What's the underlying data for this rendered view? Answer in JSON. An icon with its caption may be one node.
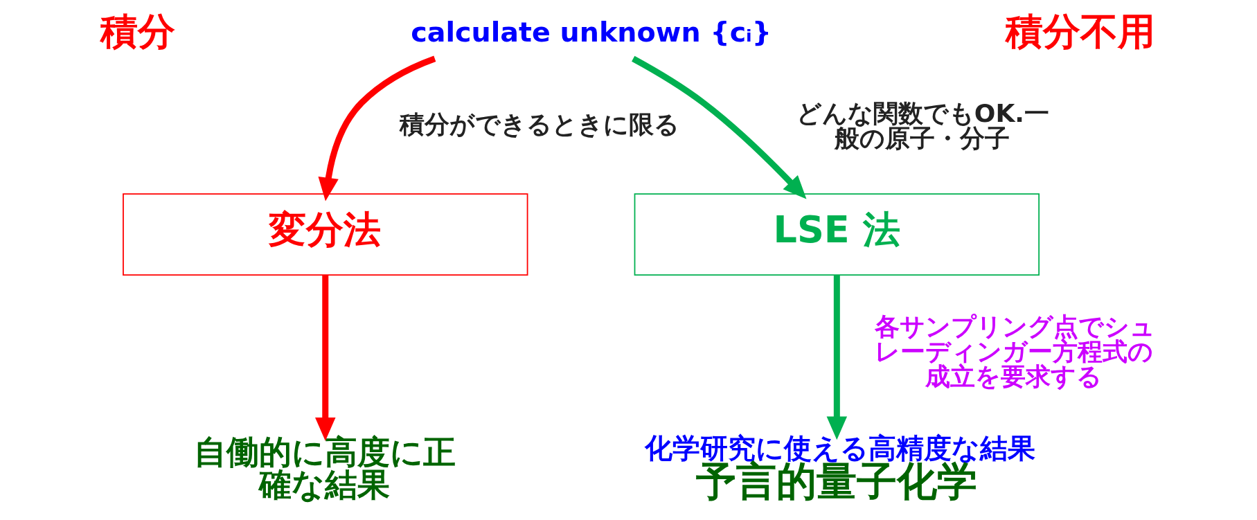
{
  "diagram": {
    "nodes": [
      {
        "text": [
          "calculate unknown {cᵢ}"
        ]
      },
      {
        "text": [
          "変分法"
        ]
      },
      {
        "text": [
          "LSE 法"
        ]
      },
      {
        "text": [
          "自働的に高度に正確な結果"
        ]
      },
      {
        "text": [
          "化学研究に使える高精度な結果",
          "予言的量子化学"
        ]
      }
    ],
    "edges": [
      {
        "from": 0,
        "to": 1,
        "arrow": "to",
        "label": "積分ができるときに限る",
        "color": "#ff0000"
      },
      {
        "from": 0,
        "to": 2,
        "arrow": "to",
        "label": "どんな関数でもOK.一般の原子・分子",
        "color": "#00b050"
      },
      {
        "from": 1,
        "to": 3,
        "arrow": "to",
        "color": "#ff0000"
      },
      {
        "from": 2,
        "to": 4,
        "arrow": "to",
        "label": "各サンプリング点でシュレーディンガー方程式の成立を要求する",
        "color": "#00b050"
      }
    ],
    "labels": [
      "積分",
      "積分不用"
    ]
  }
}
